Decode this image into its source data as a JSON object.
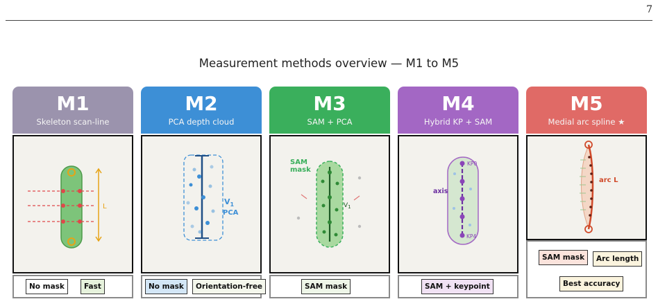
{
  "page_number": "7",
  "figure_title": "Measurement methods overview — M1 to M5",
  "columns": [
    {
      "code": "M1",
      "subtitle": "Skeleton scan-line",
      "color": "#9b93ad",
      "label_L": "L",
      "tags": [
        "No mask",
        "Fast"
      ],
      "tag_colors": [
        "#ffffff",
        "#e6f2dc"
      ]
    },
    {
      "code": "M2",
      "subtitle": "PCA depth cloud",
      "color": "#3d8fd6",
      "label_v": "V",
      "label_sub": "1",
      "label_pca": "PCA",
      "tags": [
        "No mask",
        "Orientation-free"
      ],
      "tag_colors": [
        "#d3e6f6",
        "#f4f7ec"
      ]
    },
    {
      "code": "M3",
      "subtitle": "SAM + PCA",
      "color": "#3aaf5c",
      "label_sam": "SAM",
      "label_mask": "mask",
      "label_v": "V",
      "label_sub": "1",
      "tags": [
        "SAM mask"
      ],
      "tag_colors": [
        "#eef6e8"
      ]
    },
    {
      "code": "M4",
      "subtitle": "Hybrid KP + SAM",
      "color": "#a367c4",
      "label_axis": "axis",
      "label_kp0": "KP0",
      "label_kp4": "KP4",
      "tags": [
        "SAM + keypoint"
      ],
      "tag_colors": [
        "#f1e2f4"
      ]
    },
    {
      "code": "M5",
      "subtitle": "Medial arc spline ★",
      "color": "#e06a66",
      "label_arc": "arc L",
      "tags": [
        "SAM mask",
        "Arc length",
        "Best accuracy"
      ],
      "tag_colors": [
        "#fbe3dc",
        "#fbf4de",
        "#fbf4de"
      ]
    }
  ]
}
